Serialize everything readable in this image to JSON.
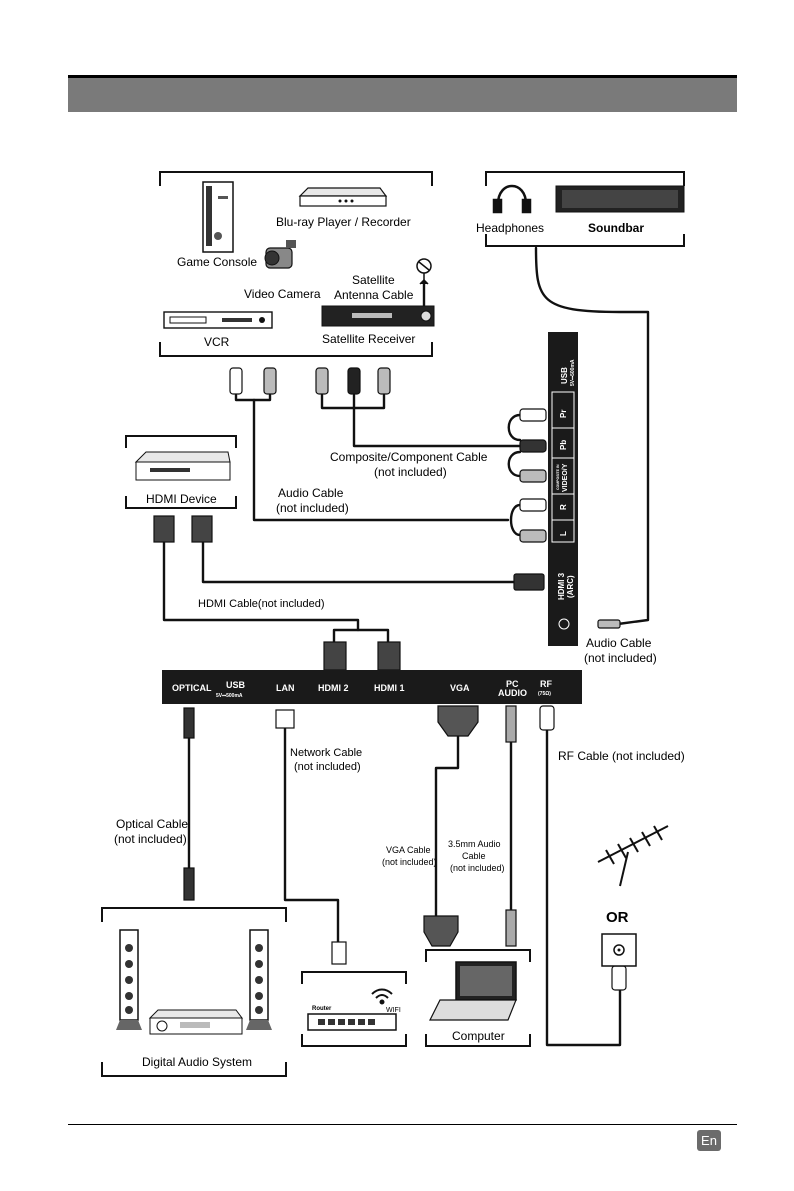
{
  "devices": {
    "game_console": "Game Console",
    "bluray": "Blu-ray Player / Recorder",
    "video_camera": "Video Camera",
    "satellite_cable_1": "Satellite",
    "satellite_cable_2": "Antenna Cable",
    "vcr": "VCR",
    "satellite_receiver": "Satellite Receiver",
    "headphones": "Headphones",
    "soundbar": "Soundbar",
    "hdmi_device": "HDMI Device",
    "digital_audio_system": "Digital Audio System",
    "router": "Router",
    "wifi": "WIFI",
    "computer": "Computer",
    "or": "OR"
  },
  "cables": {
    "composite_1": "Composite/Component Cable",
    "composite_2": "(not included)",
    "audio_1": "Audio Cable",
    "audio_2": "(not included)",
    "hdmi": "HDMI Cable(not included)",
    "audio_out_1": "Audio Cable",
    "audio_out_2": "(not included)",
    "network_1": "Network Cable",
    "network_2": "(not included)",
    "rf": "RF Cable (not included)",
    "optical_1": "Optical Cable",
    "optical_2": "(not included)",
    "vga_1": "VGA Cable",
    "vga_2": "(not included)",
    "pc_audio_1": "3.5mm Audio",
    "pc_audio_2": "Cable",
    "pc_audio_3": "(not included)"
  },
  "side_panel": {
    "usb": "USB",
    "usb_rating": "5V⎓500mA",
    "pr": "Pr",
    "pb": "Pb",
    "video_y_small": "COMPOSITE IN",
    "video_y": "VIDEO/Y",
    "r": "R",
    "l": "L",
    "hdmi3": "HDMI 3",
    "arc": "(ARC)"
  },
  "bottom_panel": {
    "optical": "OPTICAL",
    "usb": "USB",
    "usb_rating": "5V⎓500mA",
    "lan": "LAN",
    "hdmi2": "HDMI 2",
    "hdmi1": "HDMI 1",
    "vga": "VGA",
    "pc_audio_1": "PC",
    "pc_audio_2": "AUDIO",
    "rf": "RF",
    "rf_ohm": "(75Ω)"
  },
  "footer": {
    "language": "En"
  }
}
